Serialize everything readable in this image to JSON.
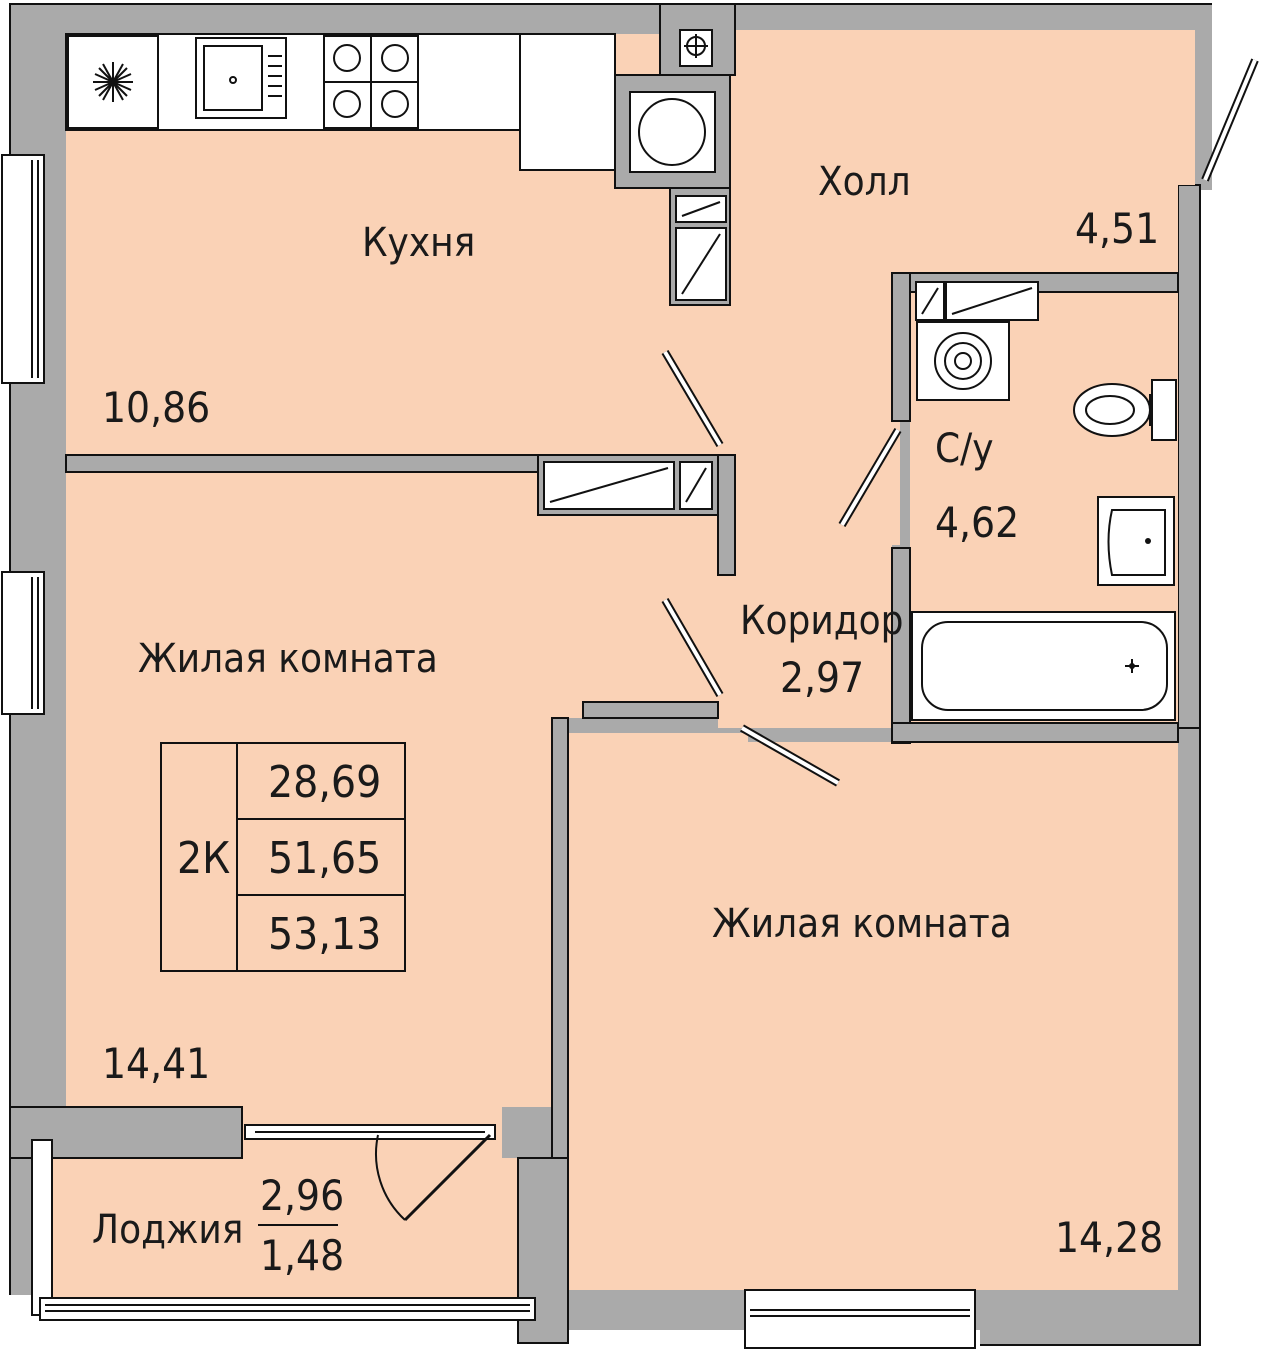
{
  "colors": {
    "floor": "#fad2b6",
    "wall": "#aaaaaa",
    "line": "#111111",
    "text": "#1a1a1a"
  },
  "rooms": {
    "kitchen": {
      "name": "Кухня",
      "area": "10,86"
    },
    "hall": {
      "name": "Холл",
      "area": "4,51"
    },
    "bathroom": {
      "name": "С/у",
      "area": "4,62"
    },
    "corridor": {
      "name": "Коридор",
      "area": "2,97"
    },
    "living_left": {
      "name": "Жилая комната",
      "area": "14,41"
    },
    "living_right": {
      "name": "Жилая комната",
      "area": "14,28"
    },
    "loggia": {
      "name": "Лоджия",
      "area_full": "2,96",
      "area_reduced": "1,48"
    }
  },
  "summary_table": {
    "type": "2К",
    "living_area": "28,69",
    "total_area": "51,65",
    "total_with_loggia": "53,13"
  },
  "icons": [
    "hood-fan-icon",
    "sink-icon",
    "stove-icon",
    "boiler-icon",
    "washing-machine-icon",
    "toilet-icon",
    "washbasin-icon",
    "bathtub-icon",
    "vent-shaft-icon",
    "door-icon",
    "window-icon"
  ]
}
